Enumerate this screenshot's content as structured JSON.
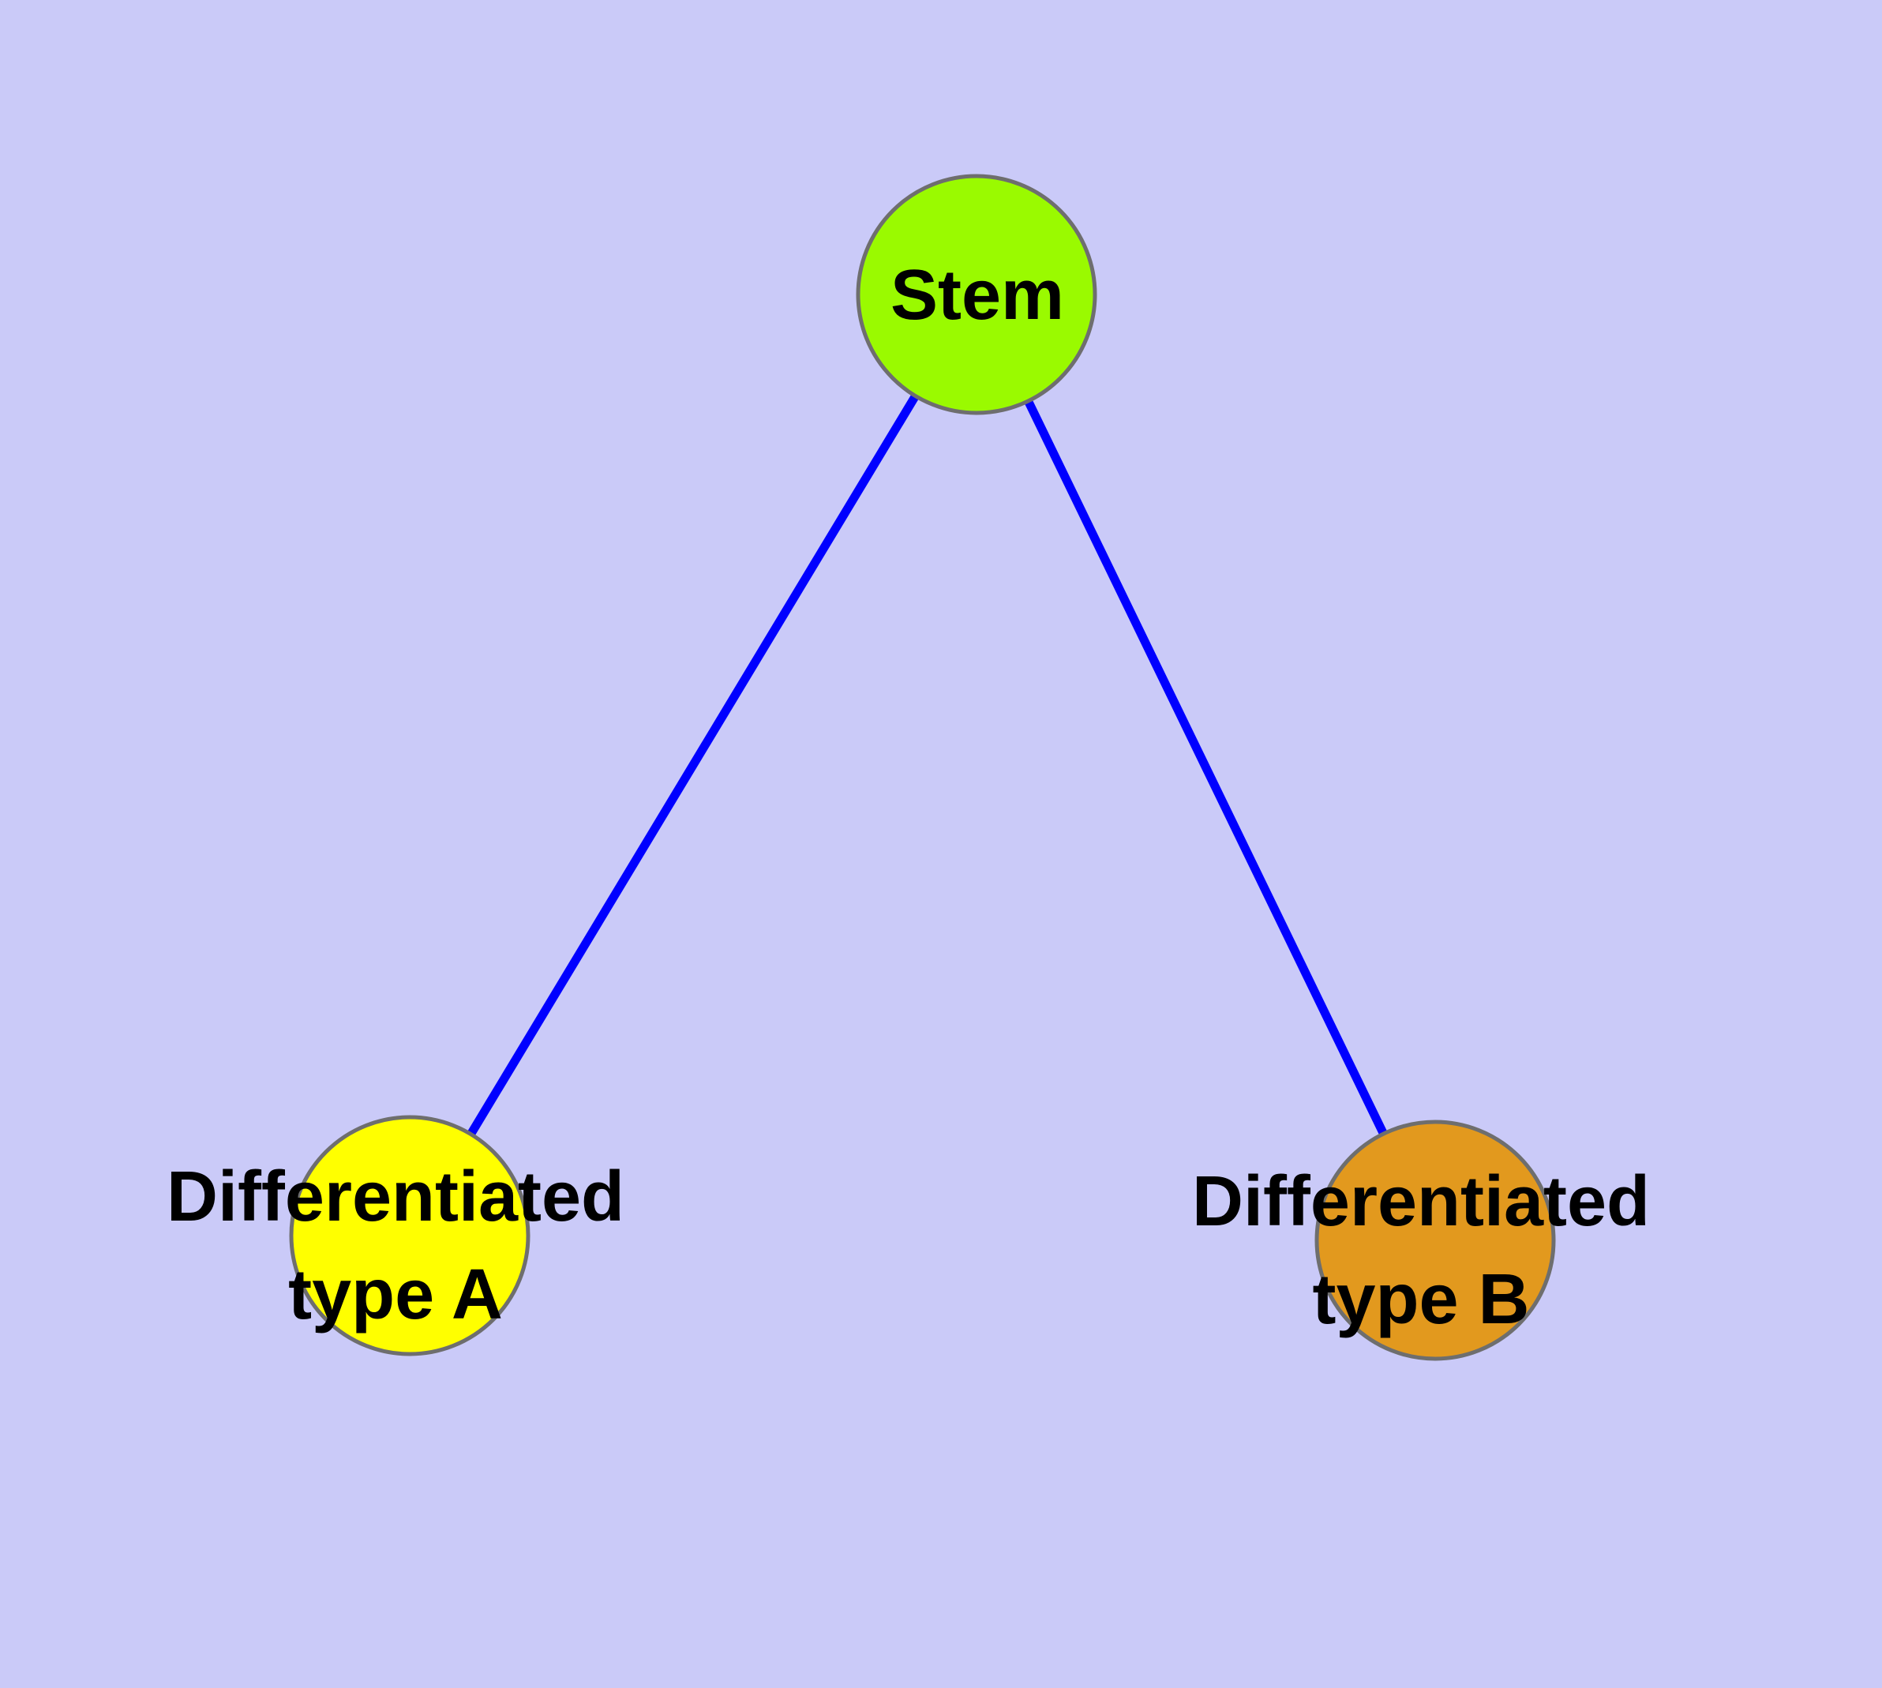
{
  "colors": {
    "background": "#CACAF8",
    "edge": "#0000FF",
    "node_border": "#6E6E6E",
    "label_text": "#000000"
  },
  "nodes": {
    "stem": {
      "label": "Stem",
      "fill": "#9AFA00"
    },
    "type_a": {
      "label": "Differentiated type A",
      "line1": "Differentiated",
      "line2": "type A",
      "fill": "#FFFF00"
    },
    "type_b": {
      "label": "Differentiated type B",
      "line1": "Differentiated",
      "line2": "type B",
      "fill": "#E2991E"
    }
  },
  "edges": [
    {
      "from": "Stem",
      "to": "Differentiated type A"
    },
    {
      "from": "Stem",
      "to": "Differentiated type B"
    }
  ]
}
